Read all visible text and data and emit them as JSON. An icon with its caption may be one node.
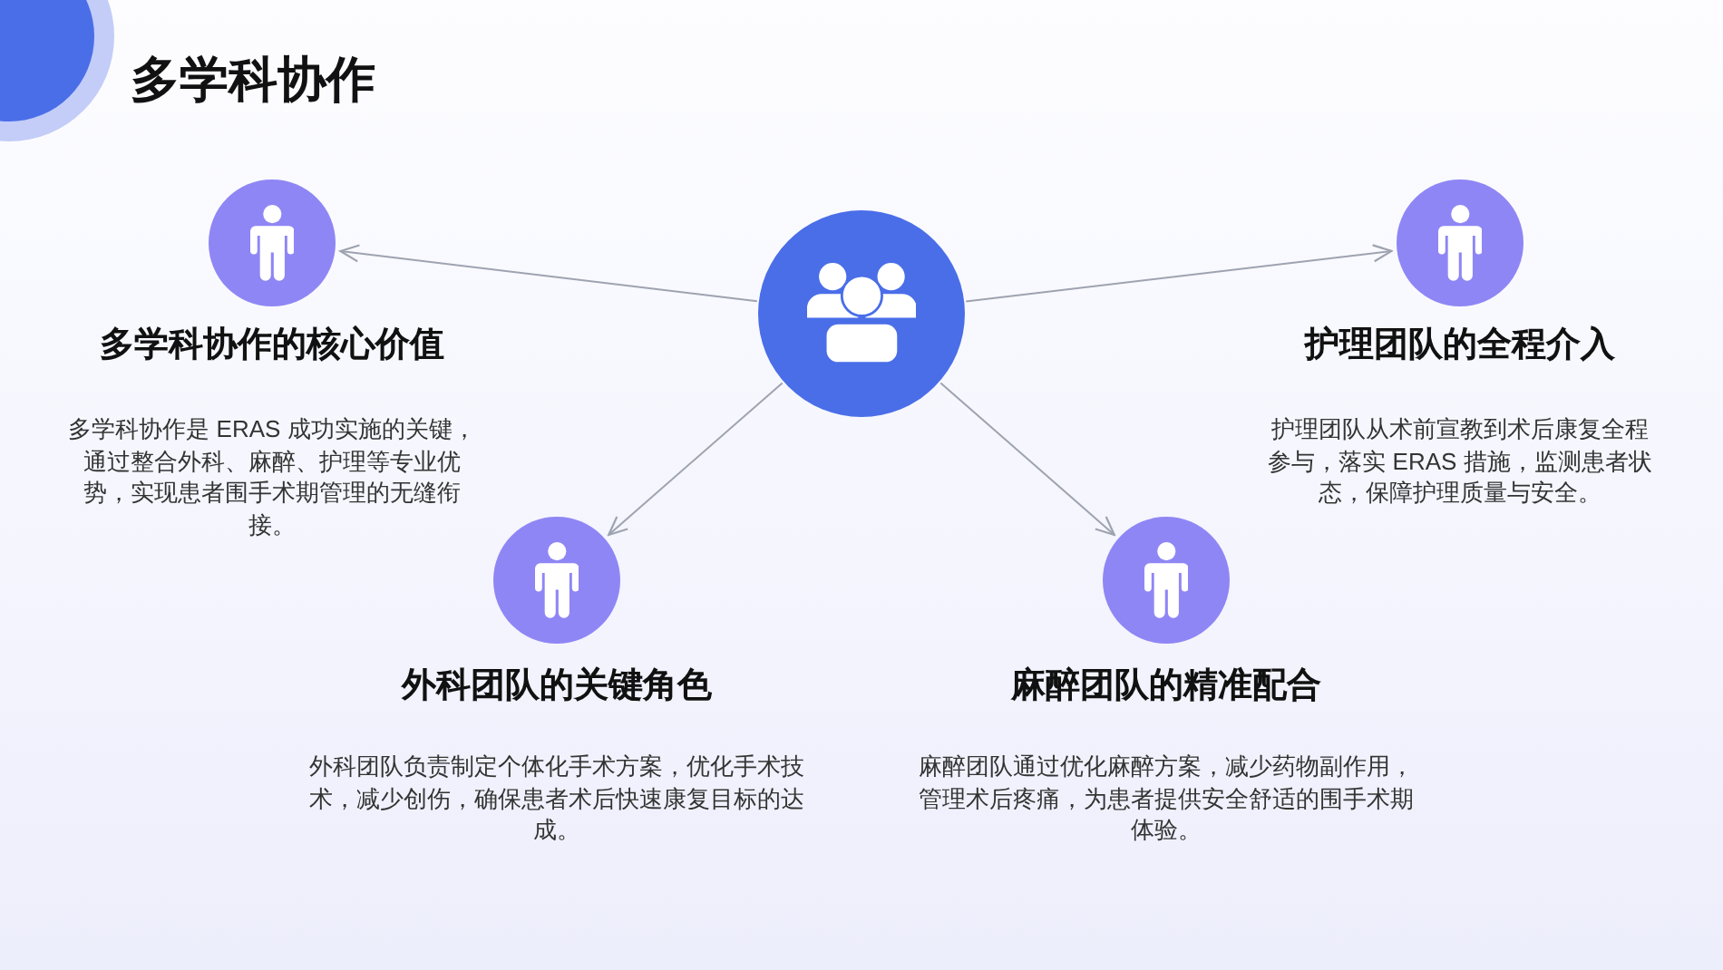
{
  "diagram": {
    "title": "多学科协作",
    "nodes": [
      {
        "text": [
          "多学科协作的核心价值",
          "多学科协作是 ERAS 成功实施的关键，通过整合外科、麻醉、护理等专业优势，实现患者围手术期管理的无缝衔接。"
        ]
      },
      {
        "text": [],
        "shape": "circle"
      },
      {
        "text": [
          "护理团队的全程介入",
          "护理团队从术前宣教到术后康复全程参与，落实 ERAS 措施，监测患者状态，保障护理质量与安全。"
        ]
      },
      {
        "text": [
          "外科团队的关键角色",
          "外科团队负责制定个体化手术方案，优化手术技术，减少创伤，确保患者术后快速康复目标的达成。"
        ]
      },
      {
        "text": [
          "麻醉团队的精准配合",
          "麻醉团队通过优化麻醉方案，减少药物副作用，管理术后疼痛，为患者提供安全舒适的围手术期体验。"
        ]
      }
    ],
    "edges": [
      {
        "from": 1,
        "to": 0,
        "arrow": "to"
      },
      {
        "from": 1,
        "to": 2,
        "arrow": "to"
      },
      {
        "from": 1,
        "to": 3,
        "arrow": "to"
      },
      {
        "from": 1,
        "to": 4,
        "arrow": "to"
      }
    ]
  }
}
